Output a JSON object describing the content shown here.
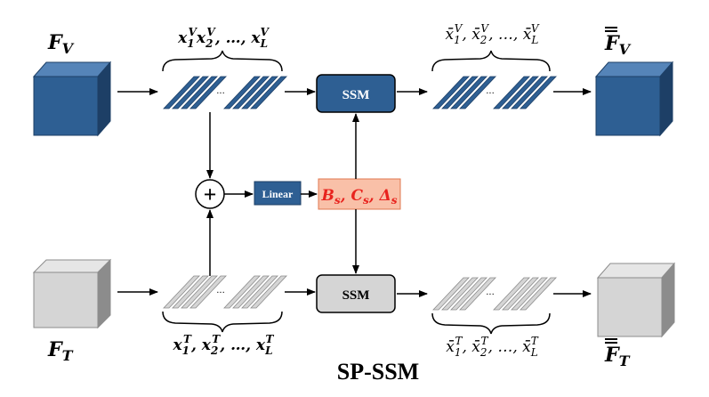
{
  "title": "SP-SSM",
  "colors": {
    "visual": "#2e5f93",
    "visual_dark": "#1d3f66",
    "thermal": "#d5d5d5",
    "thermal_dark": "#8c8c8c",
    "param_fill": "#f9c0a8",
    "param_stroke": "#e07850",
    "param_text": "#e8231e"
  },
  "labels": {
    "fv_main": "F",
    "fv_sub": "V",
    "ft_main": "F",
    "ft_sub": "T",
    "fv_out_main": "F",
    "fv_out_sub": "V",
    "ft_out_main": "F",
    "ft_out_sub": "T",
    "ssm_top": "SSM",
    "ssm_bottom": "SSM",
    "linear": "Linear",
    "param_b": "B",
    "param_c": "C",
    "param_delta": "Δ",
    "param_sub": "s",
    "plus": "+",
    "dots": "···",
    "seq_sep": ", ",
    "seq_ellipsis": "…",
    "seq_top_in": {
      "v": "x",
      "s1": "1",
      "s2": "2",
      "sL": "L",
      "sup": "V"
    },
    "seq_top_out": {
      "v": "x̄̄",
      "s1": "1",
      "s2": "2",
      "sL": "L",
      "sup": "V"
    },
    "seq_bot_in": {
      "v": "x",
      "s1": "1",
      "s2": "2",
      "sL": "L",
      "sup": "T"
    },
    "seq_bot_out": {
      "v": "x̄̄",
      "s1": "1",
      "s2": "2",
      "sL": "L",
      "sup": "T"
    }
  }
}
